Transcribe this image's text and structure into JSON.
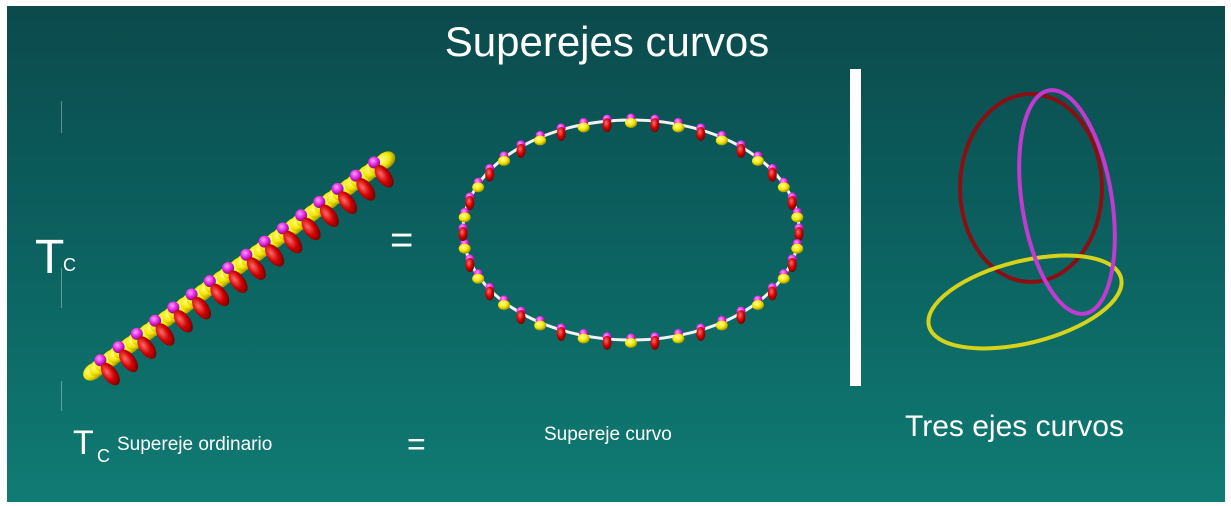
{
  "title": "Superejes curvos",
  "left_symbol": {
    "letter": "T",
    "subscript": "C"
  },
  "equals_sign": "=",
  "captions": {
    "bottom_letter": "T",
    "bottom_subscript": "C",
    "ordinary": "Supereje ordinario",
    "equals": "=",
    "curved": "Supereje curvo",
    "three": "Tres ejes curvos"
  },
  "colors": {
    "background_top": "#0c4a4c",
    "background_bottom": "#107b74",
    "strand_yellow": "#f2e600",
    "strand_magenta": "#e020e0",
    "strand_red": "#d10000",
    "ring_dark_red": "#8a0f12",
    "ring_purple": "#c23bd1",
    "ring_yellow": "#d7d21a",
    "axis_white": "#f2f2f2"
  },
  "icons": [
    "straight-superhelix",
    "circular-superhelix",
    "three-interlocked-rings"
  ]
}
